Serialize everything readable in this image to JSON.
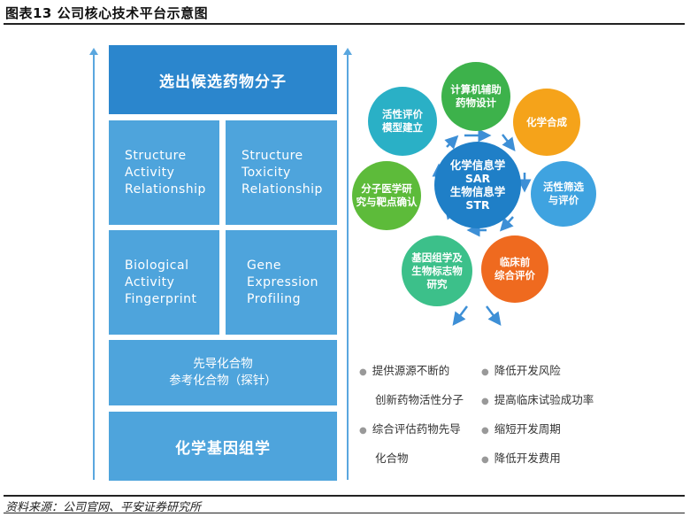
{
  "figure_title": "图表13   公司核心技术平台示意图",
  "source": "资料来源：公司官网、平安证券研究所",
  "left_stack": {
    "top": "选出候选药物分子",
    "sar": [
      "Structure",
      "Activity",
      "Relationship"
    ],
    "str": [
      "Structure",
      "Toxicity",
      "Relationship"
    ],
    "bio": [
      "Biological",
      "Activity",
      "Fingerprint"
    ],
    "gene": [
      "Gene",
      "Expression",
      "Profiling"
    ],
    "lead1": "先导化合物",
    "lead2": "参考化合物（探针）",
    "bottom": "化学基因组学"
  },
  "cycle": {
    "center": [
      "化学信息学",
      "SAR",
      "生物信息学",
      "STR"
    ],
    "nodes": {
      "cadd": [
        "计算机辅助",
        "药物设计"
      ],
      "chem": [
        "化学合成"
      ],
      "screen": [
        "活性筛选",
        "与评价"
      ],
      "preclin": [
        "临床前",
        "综合评价"
      ],
      "genomics": [
        "基因组学及",
        "生物标志物",
        "研究"
      ],
      "target": [
        "分子医学研",
        "究与靶点确认"
      ],
      "model": [
        "活性评价",
        "模型建立"
      ]
    },
    "colors": {
      "cadd": "#3db24b",
      "chem": "#f5a31a",
      "screen": "#3fa3e0",
      "preclin": "#ef6a1f",
      "genomics": "#3cc08a",
      "target": "#5dbb3a",
      "model": "#2ab0c6",
      "center": "#1f7fc7"
    }
  },
  "bullets_left": [
    "提供源源不断的",
    "创新药物活性分子",
    "综合评估药物先导",
    "化合物"
  ],
  "bullets_right": [
    "降低开发风险",
    "提高临床试验成功率",
    "缩短开发周期",
    "降低开发费用"
  ]
}
